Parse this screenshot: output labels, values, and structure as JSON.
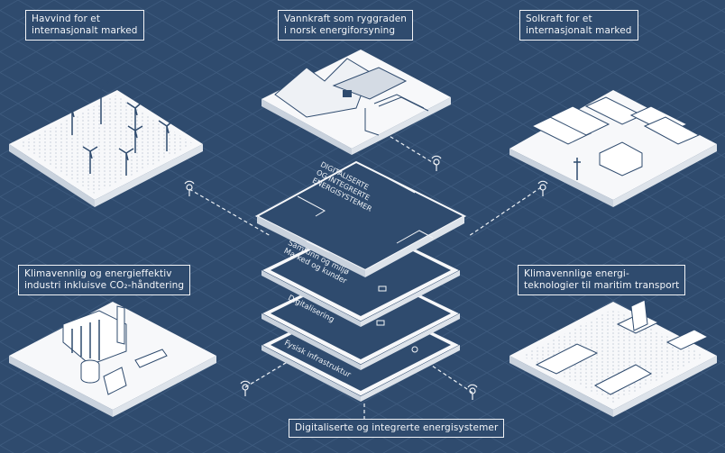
{
  "labels": {
    "offshore_wind": [
      "Havvind for et",
      "internasjonalt marked"
    ],
    "hydropower": [
      "Vannkraft som ryggraden",
      "i norsk energiforsyning"
    ],
    "solar": [
      "Solkraft for et",
      "internasjonalt marked"
    ],
    "industry": [
      "Klimavennlig og energieffektiv",
      "industri inkluisve CO₂-håndtering"
    ],
    "maritime": [
      "Klimavennlige energi-",
      "teknologier til maritim transport"
    ],
    "bottom": "Digitaliserte og integrerte energisystemer"
  },
  "stack_layers": {
    "top": [
      "DIGITALISERTE",
      "OG INTEGRERTE",
      "ENERGISYSTEMER"
    ],
    "layer2": [
      "Samfunn og miljø",
      "Marked og kunder"
    ],
    "layer3": "Digitalisering",
    "layer4": "Fysisk infrastruktur"
  },
  "colors": {
    "background": "#2f4b6e",
    "grid": "#3d5a7e",
    "line": "#f2f4f7",
    "tile_top": "#f7f8fa",
    "tile_side": "#c9d2dd"
  }
}
